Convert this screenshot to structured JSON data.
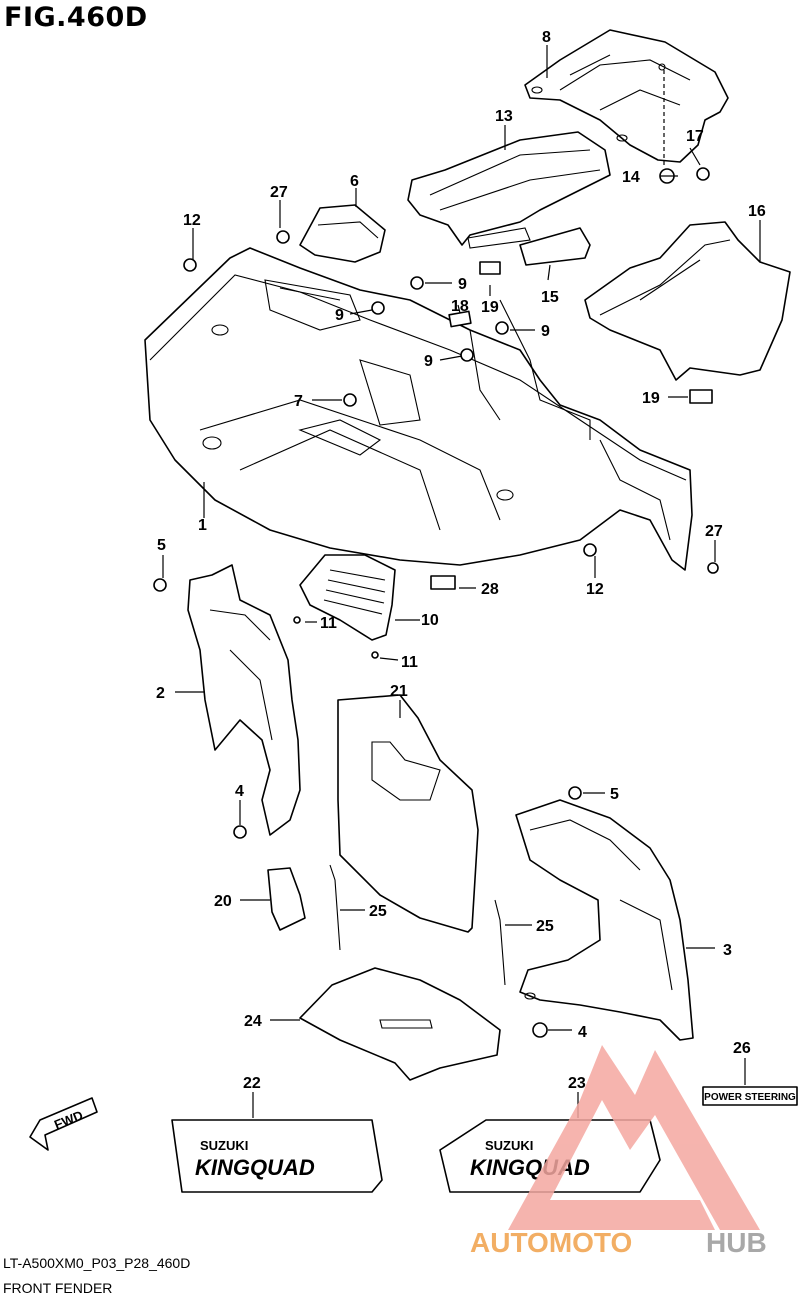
{
  "figure_title": "FIG.460D",
  "model_code": "LT-A500XM0_P03_P28_460D",
  "figure_name": "FRONT FENDER",
  "part_numbers": [
    "1",
    "2",
    "3",
    "4",
    "4",
    "5",
    "5",
    "6",
    "7",
    "8",
    "9",
    "9",
    "9",
    "9",
    "10",
    "11",
    "11",
    "12",
    "12",
    "13",
    "14",
    "15",
    "16",
    "17",
    "18",
    "19",
    "19",
    "20",
    "21",
    "22",
    "23",
    "24",
    "25",
    "25",
    "26",
    "27",
    "27",
    "28"
  ],
  "fwd_label": "FWD",
  "ps_label": "POWER STEERING",
  "decal_brand": "SUZUKI",
  "decal_model": "KINGQUAD",
  "watermark": {
    "part1": "AUTOMOTO",
    "part2": "HUB",
    "color1": "#f4a7a0",
    "color2": "#9a9a9a"
  }
}
